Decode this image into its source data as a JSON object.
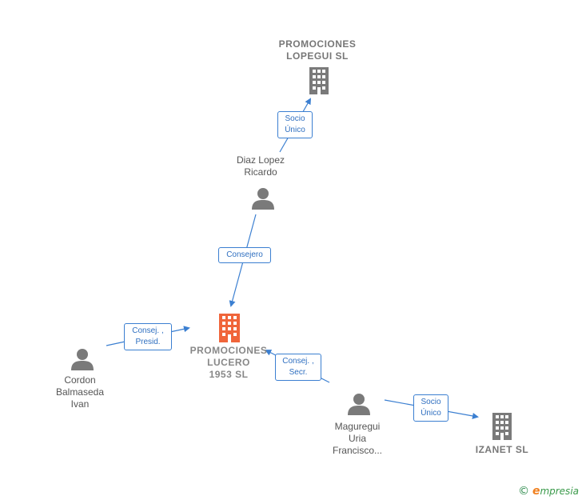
{
  "colors": {
    "edge": "#3b7fd1",
    "person": "#7a7a7a",
    "company": "#7a7a7a",
    "main_company": "#f0653a"
  },
  "nodes": {
    "promociones_lopegui": {
      "name": "PROMOCIONES\nLOPEGUI  SL",
      "icon": "building-icon"
    },
    "diaz_lopez": {
      "name": "Diaz Lopez\nRicardo",
      "icon": "person-icon"
    },
    "promociones_lucero": {
      "name": "PROMOCIONES\nLUCERO\n1953  SL",
      "icon": "building-icon"
    },
    "cordon": {
      "name": "Cordon\nBalmaseda\nIvan",
      "icon": "person-icon"
    },
    "maguregui": {
      "name": "Maguregui\nUria\nFrancisco...",
      "icon": "person-icon"
    },
    "izanet": {
      "name": "IZANET  SL",
      "icon": "building-icon"
    }
  },
  "relations": {
    "socio_unico_1": "Socio\nÚnico",
    "consejero": "Consejero",
    "consej_presid": "Consej. ,\nPresid.",
    "consej_secr": "Consej. ,\nSecr.",
    "socio_unico_2": "Socio\nÚnico"
  },
  "brand": {
    "copyright": "©",
    "e": "e",
    "rest": "mpresia"
  }
}
